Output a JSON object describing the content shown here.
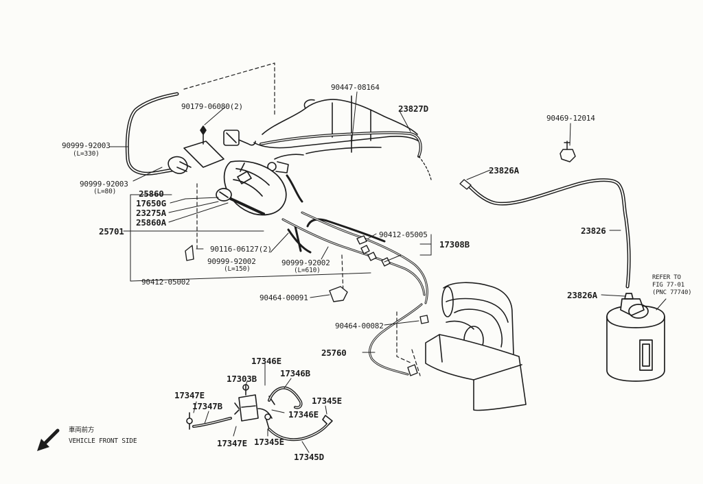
{
  "diagram": {
    "part_labels": {
      "p90447_08164": "90447-08164",
      "p23827d": "23827D",
      "p90179_06080": "90179-06080(2)",
      "p90469_12014": "90469-12014",
      "p90999_92003_a": "90999-92003",
      "p90999_92003_a_len": "(L=330)",
      "p23826a_top": "23826A",
      "p90999_92003_b": "90999-92003",
      "p90999_92003_b_len": "(L=80)",
      "p25860": "25860",
      "p17650g": "17650G",
      "p23275a": "23275A",
      "p25860a": "25860A",
      "p25701": "25701",
      "p23826": "23826",
      "p90412_05005": "90412-05005",
      "p17308b": "17308B",
      "p90116_06127": "90116-06127(2)",
      "p90999_92002_a": "90999-92002",
      "p90999_92002_a_len": "(L=150)",
      "p90999_92002_b": "90999-92002",
      "p90999_92002_b_len": "(L=610)",
      "p90412_05002": "90412-05002",
      "p90464_00091": "90464-00091",
      "p23826a_bottom": "23826A",
      "p90464_00082": "90464-00082",
      "p25760": "25760",
      "p17346e_top": "17346E",
      "p17303b": "17303B",
      "p17346b": "17346B",
      "p17347e_left": "17347E",
      "p17347b": "17347B",
      "p17345e_right": "17345E",
      "p17346e_mid": "17346E",
      "p17347e_bottom": "17347E",
      "p17345e_bottom": "17345E",
      "p17345d": "17345D"
    },
    "refer_note": {
      "line1": "REFER TO",
      "line2": "FIG 77-01",
      "line3": "(PNC 77740)"
    },
    "orientation": {
      "japanese": "車両前方",
      "english": "VEHICLE FRONT SIDE"
    },
    "ink_color": "#1d1d1d",
    "paper_color": "#fcfcf9"
  }
}
